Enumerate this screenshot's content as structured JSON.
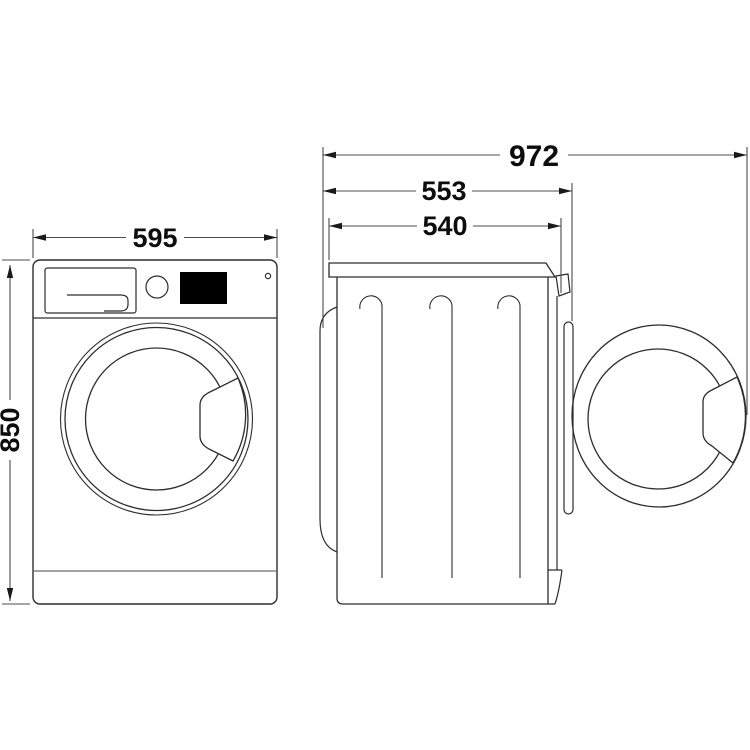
{
  "dimensions": {
    "front_width": "595",
    "height": "850",
    "depth_door_open": "972",
    "depth_overall": "553",
    "depth_body": "540"
  },
  "colors": {
    "line": "#2d2d2d",
    "dimension_line": "#4c4c4c",
    "arrow": "#1a1a1a",
    "text": "#0d0d0d",
    "display_fill": "#000000",
    "background": "#ffffff"
  }
}
